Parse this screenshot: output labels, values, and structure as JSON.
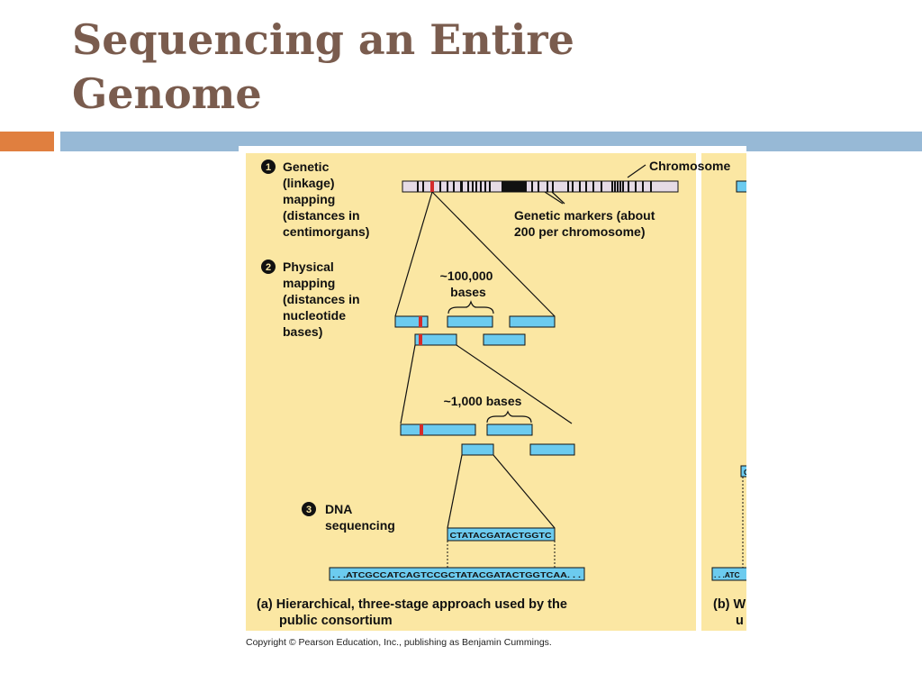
{
  "slide": {
    "title_line1": "Sequencing an Entire",
    "title_line2": "Genome",
    "copyright": "Copyright © Pearson Education, Inc., publishing as Benjamin Cummings."
  },
  "figure": {
    "panel_a": {
      "step1": {
        "number": "1",
        "lines": [
          "Genetic",
          "(linkage)",
          "mapping",
          "(distances in",
          "centimorgans)"
        ]
      },
      "chromosome_label": "Chromosome",
      "markers_label": [
        "Genetic markers (about",
        "200 per chromosome)"
      ],
      "step2": {
        "number": "2",
        "lines": [
          "Physical",
          "mapping",
          "(distances in",
          "nucleotide",
          "bases)"
        ]
      },
      "bases_100k": [
        "~100,000",
        "bases"
      ],
      "bases_1k": "~1,000 bases",
      "step3": {
        "number": "3",
        "lines": [
          "DNA",
          "sequencing"
        ]
      },
      "short_sequence": "CTATACGATACTGGTC",
      "long_sequence": ". . .ATCGCCATCAGTCCGCTATACGATACTGGTCAA. . .",
      "caption": [
        "(a) Hierarchical, three-stage approach used by the",
        "public consortium"
      ]
    },
    "panel_b": {
      "partial_sequence": ". . .ATC",
      "caption_fragment": [
        "(b) W",
        "u"
      ],
      "fragment_letter": "C"
    },
    "colors": {
      "panel_background": "#fbe7a3",
      "fragment_fill": "#6ccbef",
      "marker_red": "#d42b2b",
      "title_brown": "#7a5c4e",
      "accent_orange": "#e07f3f",
      "accent_blue": "#97b9d6"
    }
  }
}
